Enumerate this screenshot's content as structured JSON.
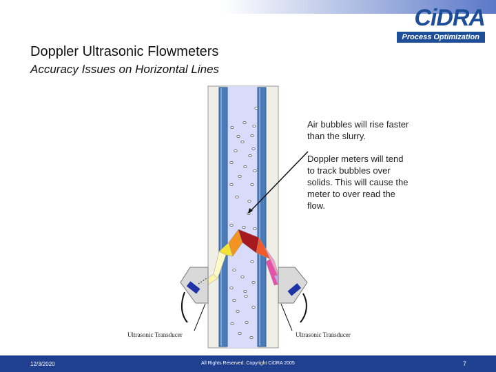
{
  "header": {
    "logo_text": "CiDRA",
    "logo_tagline": "Process Optimization"
  },
  "slide": {
    "title": "Doppler Ultrasonic Flowmeters",
    "subtitle": "Accuracy Issues on Horizontal Lines"
  },
  "notes": {
    "note1": "Air bubbles will rise faster than the slurry.",
    "note2": "Doppler meters will tend to track bubbles over solids. This will cause the meter to over read the flow."
  },
  "diagram": {
    "left_transducer_label": "Ultrasonic Transducer",
    "right_transducer_label": "Ultrasonic Transducer"
  },
  "footer": {
    "date": "12/3/2020",
    "copyright": "All Rights Reserved. Copyright CiDRA 2005",
    "page_number": "7"
  },
  "colors": {
    "accent": "#1f4e99",
    "footer_bg": "#1f3f8f",
    "pipe_fill": "#d8dcfa",
    "pipe_wall": "#4a7ab8"
  }
}
